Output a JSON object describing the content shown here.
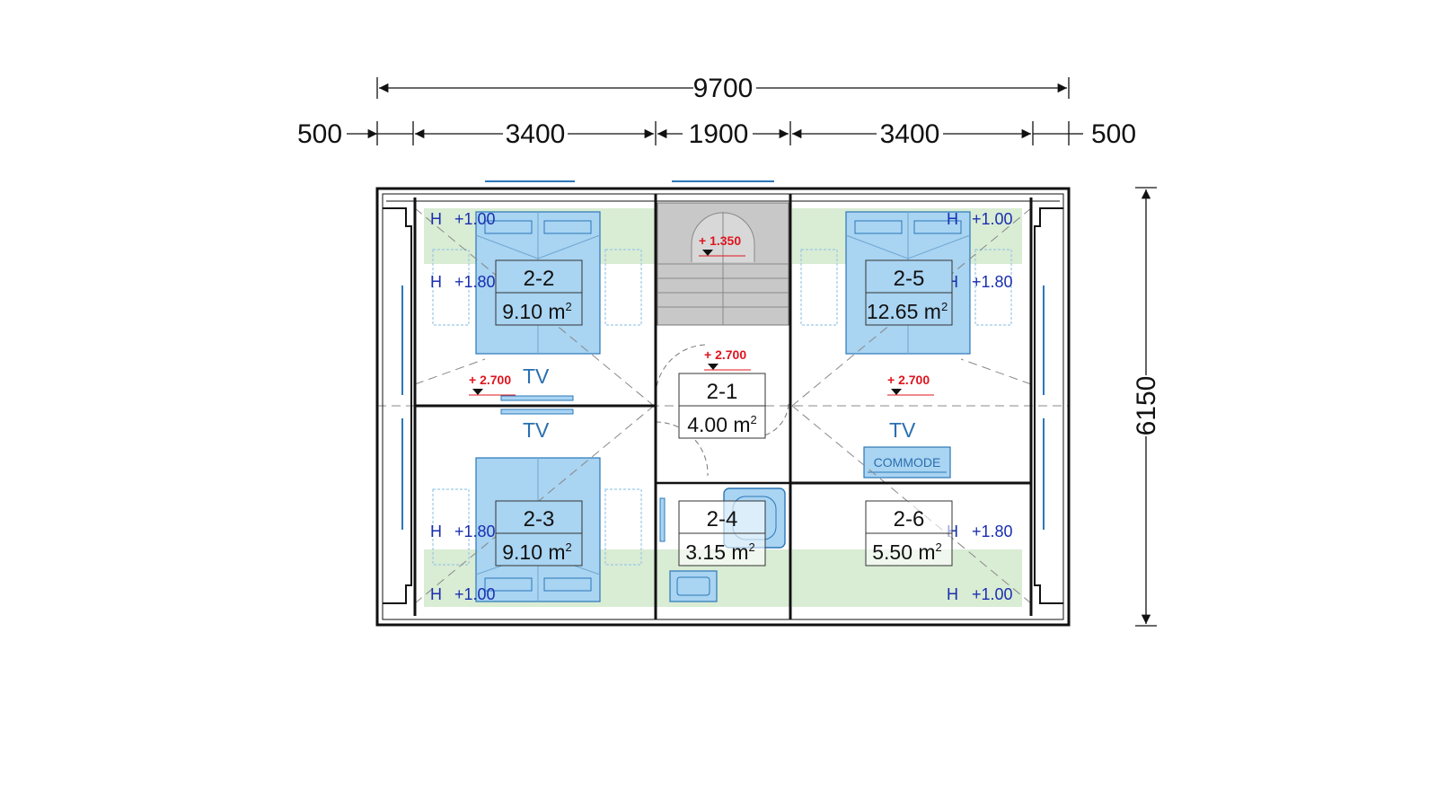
{
  "colors": {
    "wall": "#111111",
    "bed_fill": "#a9d4f2",
    "bed_stroke": "#2b77b8",
    "green_zone": "#d9ecd4",
    "stair_fill": "#c8c8c8",
    "height_text": "#1a2fb0",
    "level_text": "#e0141e",
    "tv_text": "#2a6fb0"
  },
  "dimensions": {
    "total_width": "9700",
    "segments": [
      "500",
      "3400",
      "1900",
      "3400",
      "500"
    ],
    "total_depth": "6150"
  },
  "rooms": [
    {
      "id": "2-1",
      "area": "4.00 m",
      "unit_sup": "2"
    },
    {
      "id": "2-2",
      "area": "9.10 m",
      "unit_sup": "2"
    },
    {
      "id": "2-3",
      "area": "9.10 m",
      "unit_sup": "2"
    },
    {
      "id": "2-4",
      "area": "3.15 m",
      "unit_sup": "2"
    },
    {
      "id": "2-5",
      "area": "12.65 m",
      "unit_sup": "2"
    },
    {
      "id": "2-6",
      "area": "5.50 m",
      "unit_sup": "2"
    }
  ],
  "heights": {
    "letter": "H",
    "low": "+1.00",
    "high": "+1.80"
  },
  "levels": {
    "stair": "+ 1.350",
    "floor": "+ 2.700"
  },
  "labels": {
    "tv": "TV",
    "commode": "COMMODE"
  },
  "icons": [
    "bed-icon",
    "pillow-icon",
    "rug-icon",
    "staircase-icon",
    "shower-tray-icon",
    "washbasin-icon",
    "tv-unit-icon",
    "commode-icon",
    "level-marker-icon",
    "window-icon",
    "door-swing-icon"
  ]
}
